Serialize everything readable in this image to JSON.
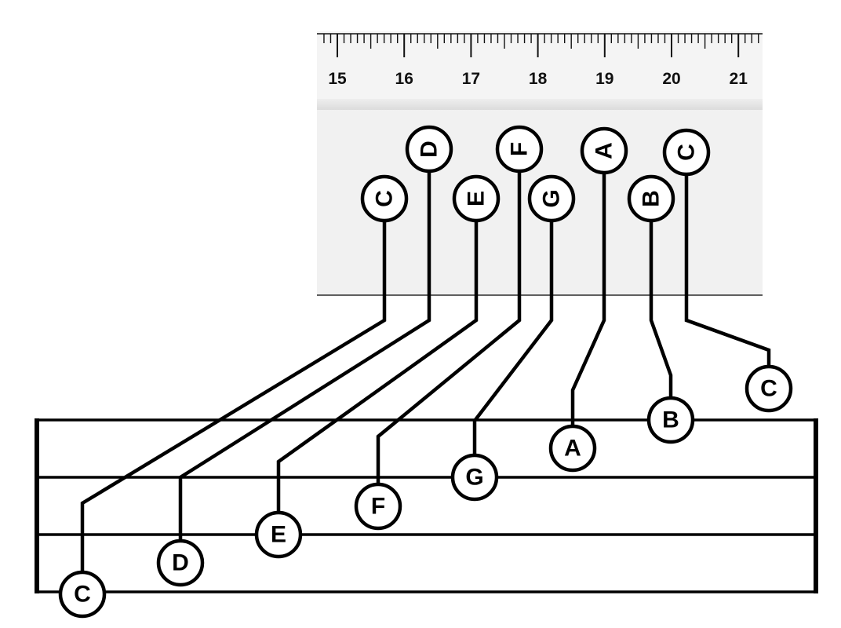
{
  "ruler": {
    "numbers": [
      "15",
      "16",
      "17",
      "18",
      "19",
      "20",
      "21"
    ],
    "colors": {
      "top": "#f4f4f4",
      "band": "#e6e6e6",
      "body": "#f1f1f1",
      "edge": "#000000"
    }
  },
  "notes": [
    {
      "name": "c-low",
      "label": "C"
    },
    {
      "name": "d",
      "label": "D"
    },
    {
      "name": "e",
      "label": "E"
    },
    {
      "name": "f",
      "label": "F"
    },
    {
      "name": "g",
      "label": "G"
    },
    {
      "name": "a",
      "label": "A"
    },
    {
      "name": "b",
      "label": "B"
    },
    {
      "name": "c-high",
      "label": "C"
    }
  ],
  "colors": {
    "stroke": "#000000",
    "fill": "#ffffff"
  }
}
